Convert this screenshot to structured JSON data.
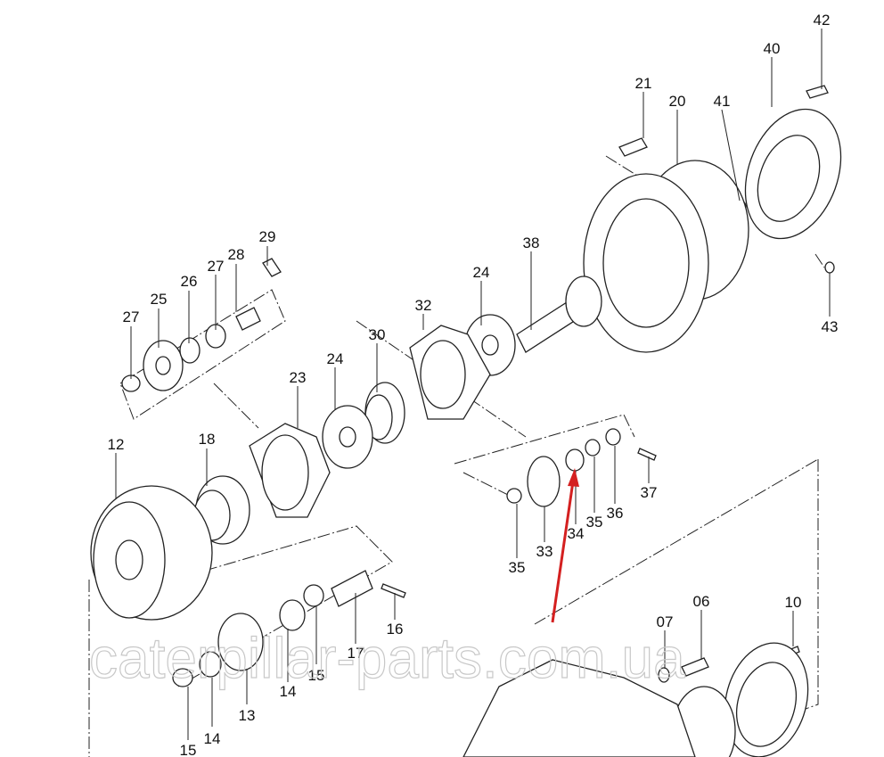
{
  "diagram": {
    "labels": [
      "42",
      "40",
      "21",
      "20",
      "41",
      "29",
      "28",
      "27",
      "26",
      "25",
      "27",
      "38",
      "24",
      "32",
      "30",
      "24",
      "23",
      "18",
      "12",
      "43",
      "37",
      "36",
      "35",
      "34",
      "33",
      "35",
      "16",
      "17",
      "15",
      "14",
      "13",
      "15",
      "14",
      "07",
      "06",
      "10"
    ],
    "watermark": "caterpillar-parts.com.ua",
    "highlight_color": "#d42020",
    "highlighted_part": "34"
  }
}
